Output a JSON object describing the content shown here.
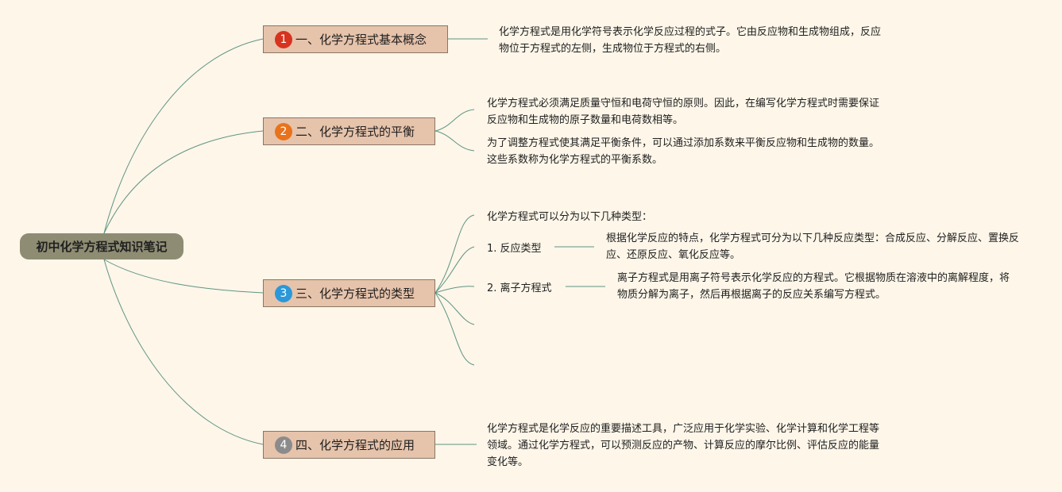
{
  "root": {
    "label": "初中化学方程式知识笔记"
  },
  "topics": [
    {
      "number": "1",
      "label": "一、化学方程式基本概念",
      "badge_color": "#d7331f"
    },
    {
      "number": "2",
      "label": "二、化学方程式的平衡",
      "badge_color": "#e8731c"
    },
    {
      "number": "3",
      "label": "三、化学方程式的类型",
      "badge_color": "#2b98d9"
    },
    {
      "number": "4",
      "label": "四、化学方程式的应用",
      "badge_color": "#8b8b8b"
    }
  ],
  "notes": {
    "concept": "化学方程式是用化学符号表示化学反应过程的式子。它由反应物和生成物组成，反应物位于方程式的左侧，生成物位于方程式的右侧。",
    "balance_1": "化学方程式必须满足质量守恒和电荷守恒的原则。因此，在编写化学方程式时需要保证反应物和生成物的原子数量和电荷数相等。",
    "balance_2": "为了调整方程式使其满足平衡条件，可以通过添加系数来平衡反应物和生成物的数量。这些系数称为化学方程式的平衡系数。",
    "types_intro": "化学方程式可以分为以下几种类型：",
    "types_reaction_label": "1. 反应类型",
    "types_reaction_desc": "根据化学反应的特点，化学方程式可分为以下几种反应类型：合成反应、分解反应、置换反应、还原反应、氧化反应等。",
    "types_ionic_label": "2. 离子方程式",
    "types_ionic_desc": "离子方程式是用离子符号表示化学反应的方程式。它根据物质在溶液中的离解程度，将物质分解为离子，然后再根据离子的反应关系编写方程式。",
    "application": "化学方程式是化学反应的重要描述工具，广泛应用于化学实验、化学计算和化学工程等领域。通过化学方程式，可以预测反应的产物、计算反应的摩尔比例、评估反应的能量变化等。"
  },
  "colors": {
    "background": "#fdf6e9",
    "connector": "#5f9483",
    "topic_fill": "#e6c3ab",
    "root_fill": "#8e8c72"
  }
}
